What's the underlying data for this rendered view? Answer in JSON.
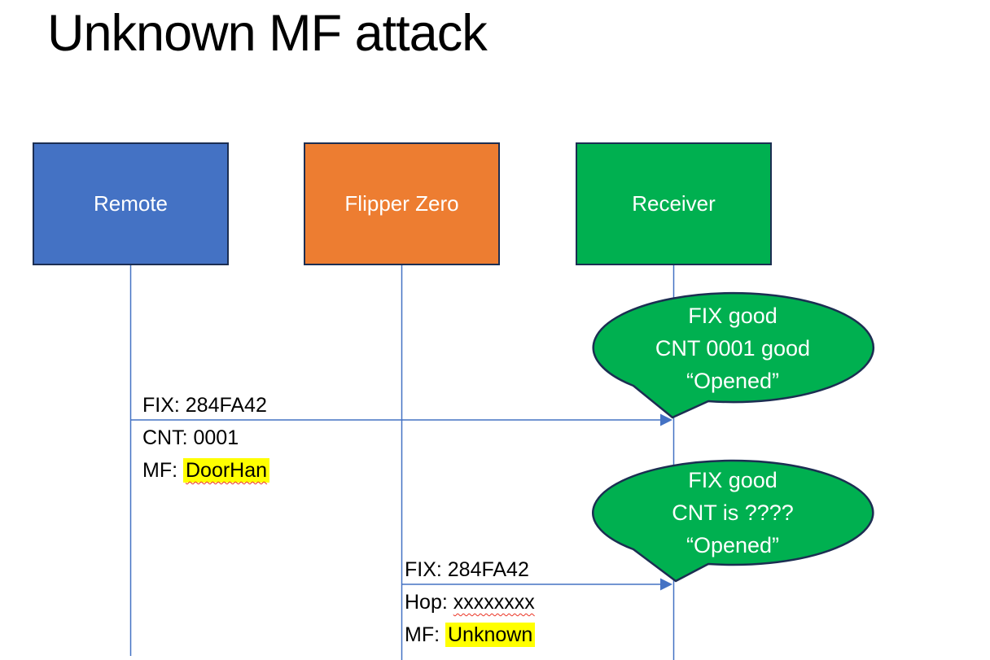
{
  "slide_title": "Unknown MF attack",
  "actors": [
    {
      "label": "Remote",
      "fill": "#4472C4"
    },
    {
      "label": "Flipper Zero",
      "fill": "#ED7D31"
    },
    {
      "label": "Receiver",
      "fill": "#00B050"
    }
  ],
  "messages": [
    {
      "from": "Remote",
      "to": "Receiver",
      "lines": [
        {
          "text": "FIX: 284FA42"
        },
        {
          "text": "CNT: 0001"
        },
        {
          "prefix": "MF: ",
          "mark": "DoorHan",
          "highlighted": true,
          "squiggle": true
        }
      ]
    },
    {
      "from": "Flipper Zero",
      "to": "Receiver",
      "lines": [
        {
          "text": "FIX: 284FA42"
        },
        {
          "prefix": "Hop: ",
          "mark": "xxxxxxxx",
          "highlighted": false,
          "squiggle": true
        },
        {
          "prefix": "MF: ",
          "mark": "Unknown",
          "highlighted": true,
          "squiggle": false
        }
      ]
    }
  ],
  "callouts": [
    {
      "attached_to": "Receiver",
      "lines": [
        "FIX good",
        "CNT 0001 good",
        "“Opened”"
      ]
    },
    {
      "attached_to": "Receiver",
      "lines": [
        "FIX good",
        "CNT is ????",
        "“Opened”"
      ]
    }
  ],
  "colors": {
    "remote_fill": "#4472C4",
    "flipper_fill": "#ED7D31",
    "receiver_fill": "#00B050",
    "callout_fill": "#00B050",
    "shape_border": "#1C2E52",
    "connector_blue": "#4472C4",
    "highlight_yellow": "#FFFF00",
    "squiggle_red": "#EB3323",
    "title_text": "#000000",
    "label_text": "#000000",
    "box_text": "#FFFFFF"
  }
}
